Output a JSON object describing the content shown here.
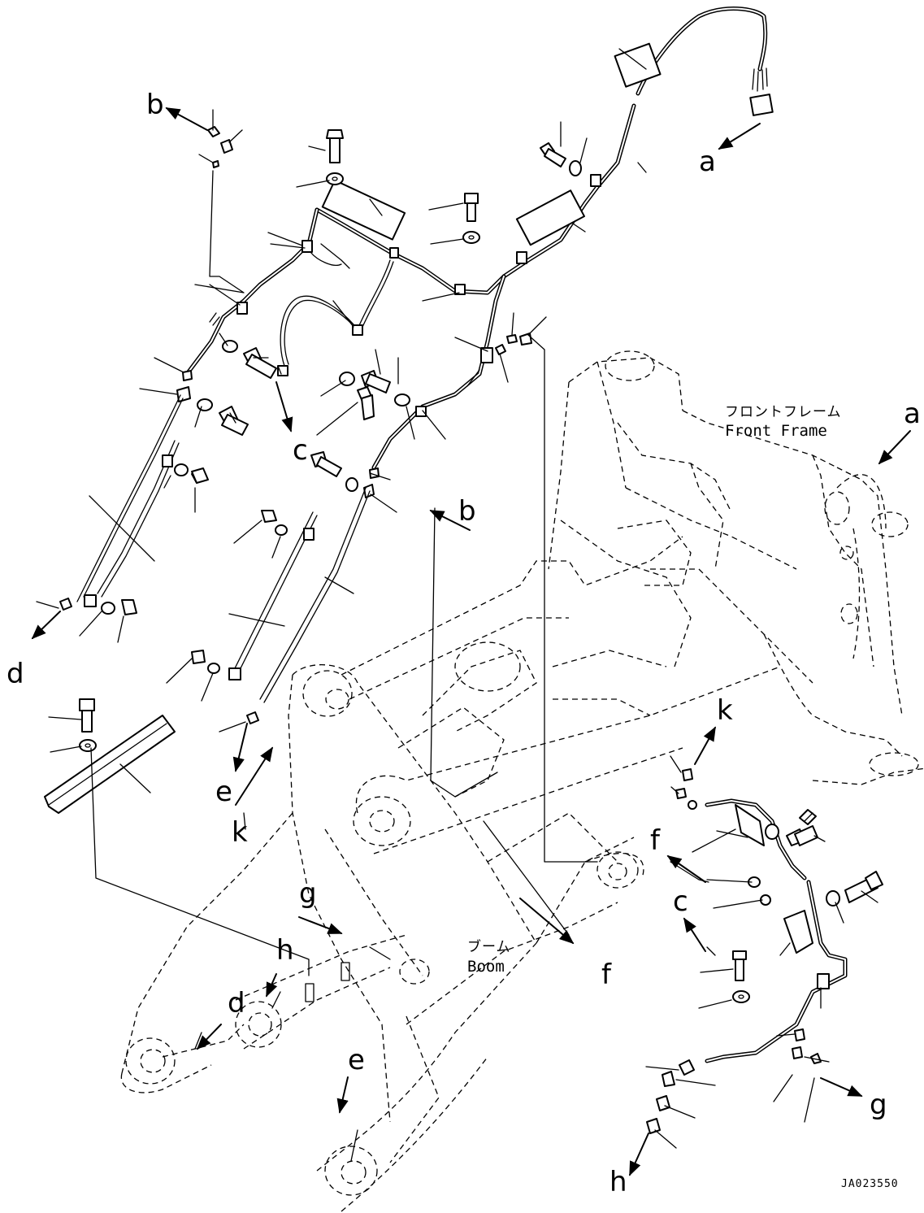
{
  "labels": {
    "front_frame_jp": "フロントフレーム",
    "front_frame_en": "Front Frame",
    "boom_jp": "ブーム",
    "boom_en": "Boom",
    "drawing_code": "JA023550"
  },
  "reference_letters": {
    "a": "a",
    "b": "b",
    "c": "c",
    "d": "d",
    "e": "e",
    "f": "f",
    "g": "g",
    "h": "h",
    "k": "k"
  }
}
